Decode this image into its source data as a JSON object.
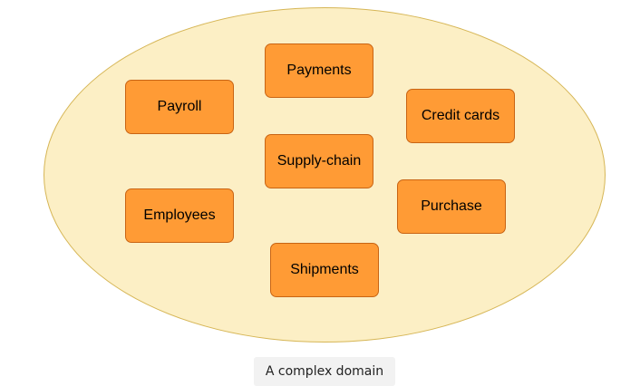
{
  "diagram": {
    "nodes": [
      {
        "id": "payroll",
        "label": "Payroll"
      },
      {
        "id": "payments",
        "label": "Payments"
      },
      {
        "id": "credit-cards",
        "label": "Credit cards"
      },
      {
        "id": "supply-chain",
        "label": "Supply-chain"
      },
      {
        "id": "employees",
        "label": "Employees"
      },
      {
        "id": "purchase",
        "label": "Purchase"
      },
      {
        "id": "shipments",
        "label": "Shipments"
      }
    ],
    "caption": "A complex domain",
    "colors": {
      "ellipse_fill": "#fcefc5",
      "ellipse_border": "#d6b656",
      "node_fill": "#ff9b35",
      "node_border": "#c86414",
      "caption_bg": "#f2f2f2"
    }
  }
}
